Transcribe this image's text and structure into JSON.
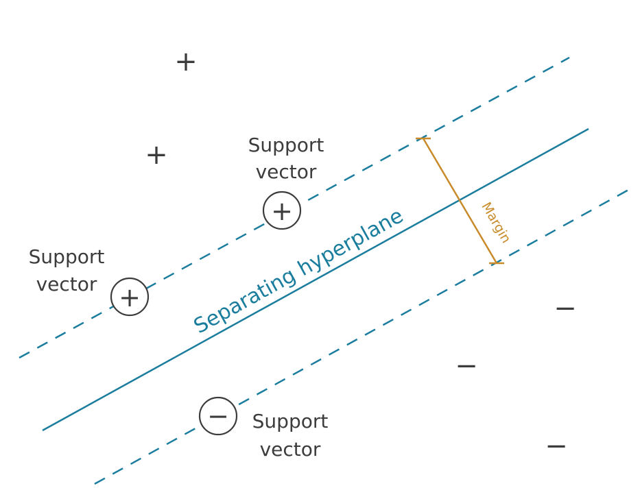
{
  "diagram": {
    "hyperplane_label": "Separating hyperplane",
    "margin_label": "Margin",
    "support_vector_labels": [
      {
        "line1": "Support",
        "line2": "vector"
      },
      {
        "line1": "Support",
        "line2": "vector"
      },
      {
        "line1": "Support",
        "line2": "vector"
      }
    ],
    "symbols": {
      "plus": "+",
      "minus": "−"
    },
    "colors": {
      "hyperplane": "#1a7d9e",
      "margin": "#c98a2a",
      "points": "#3c3c3c"
    }
  }
}
